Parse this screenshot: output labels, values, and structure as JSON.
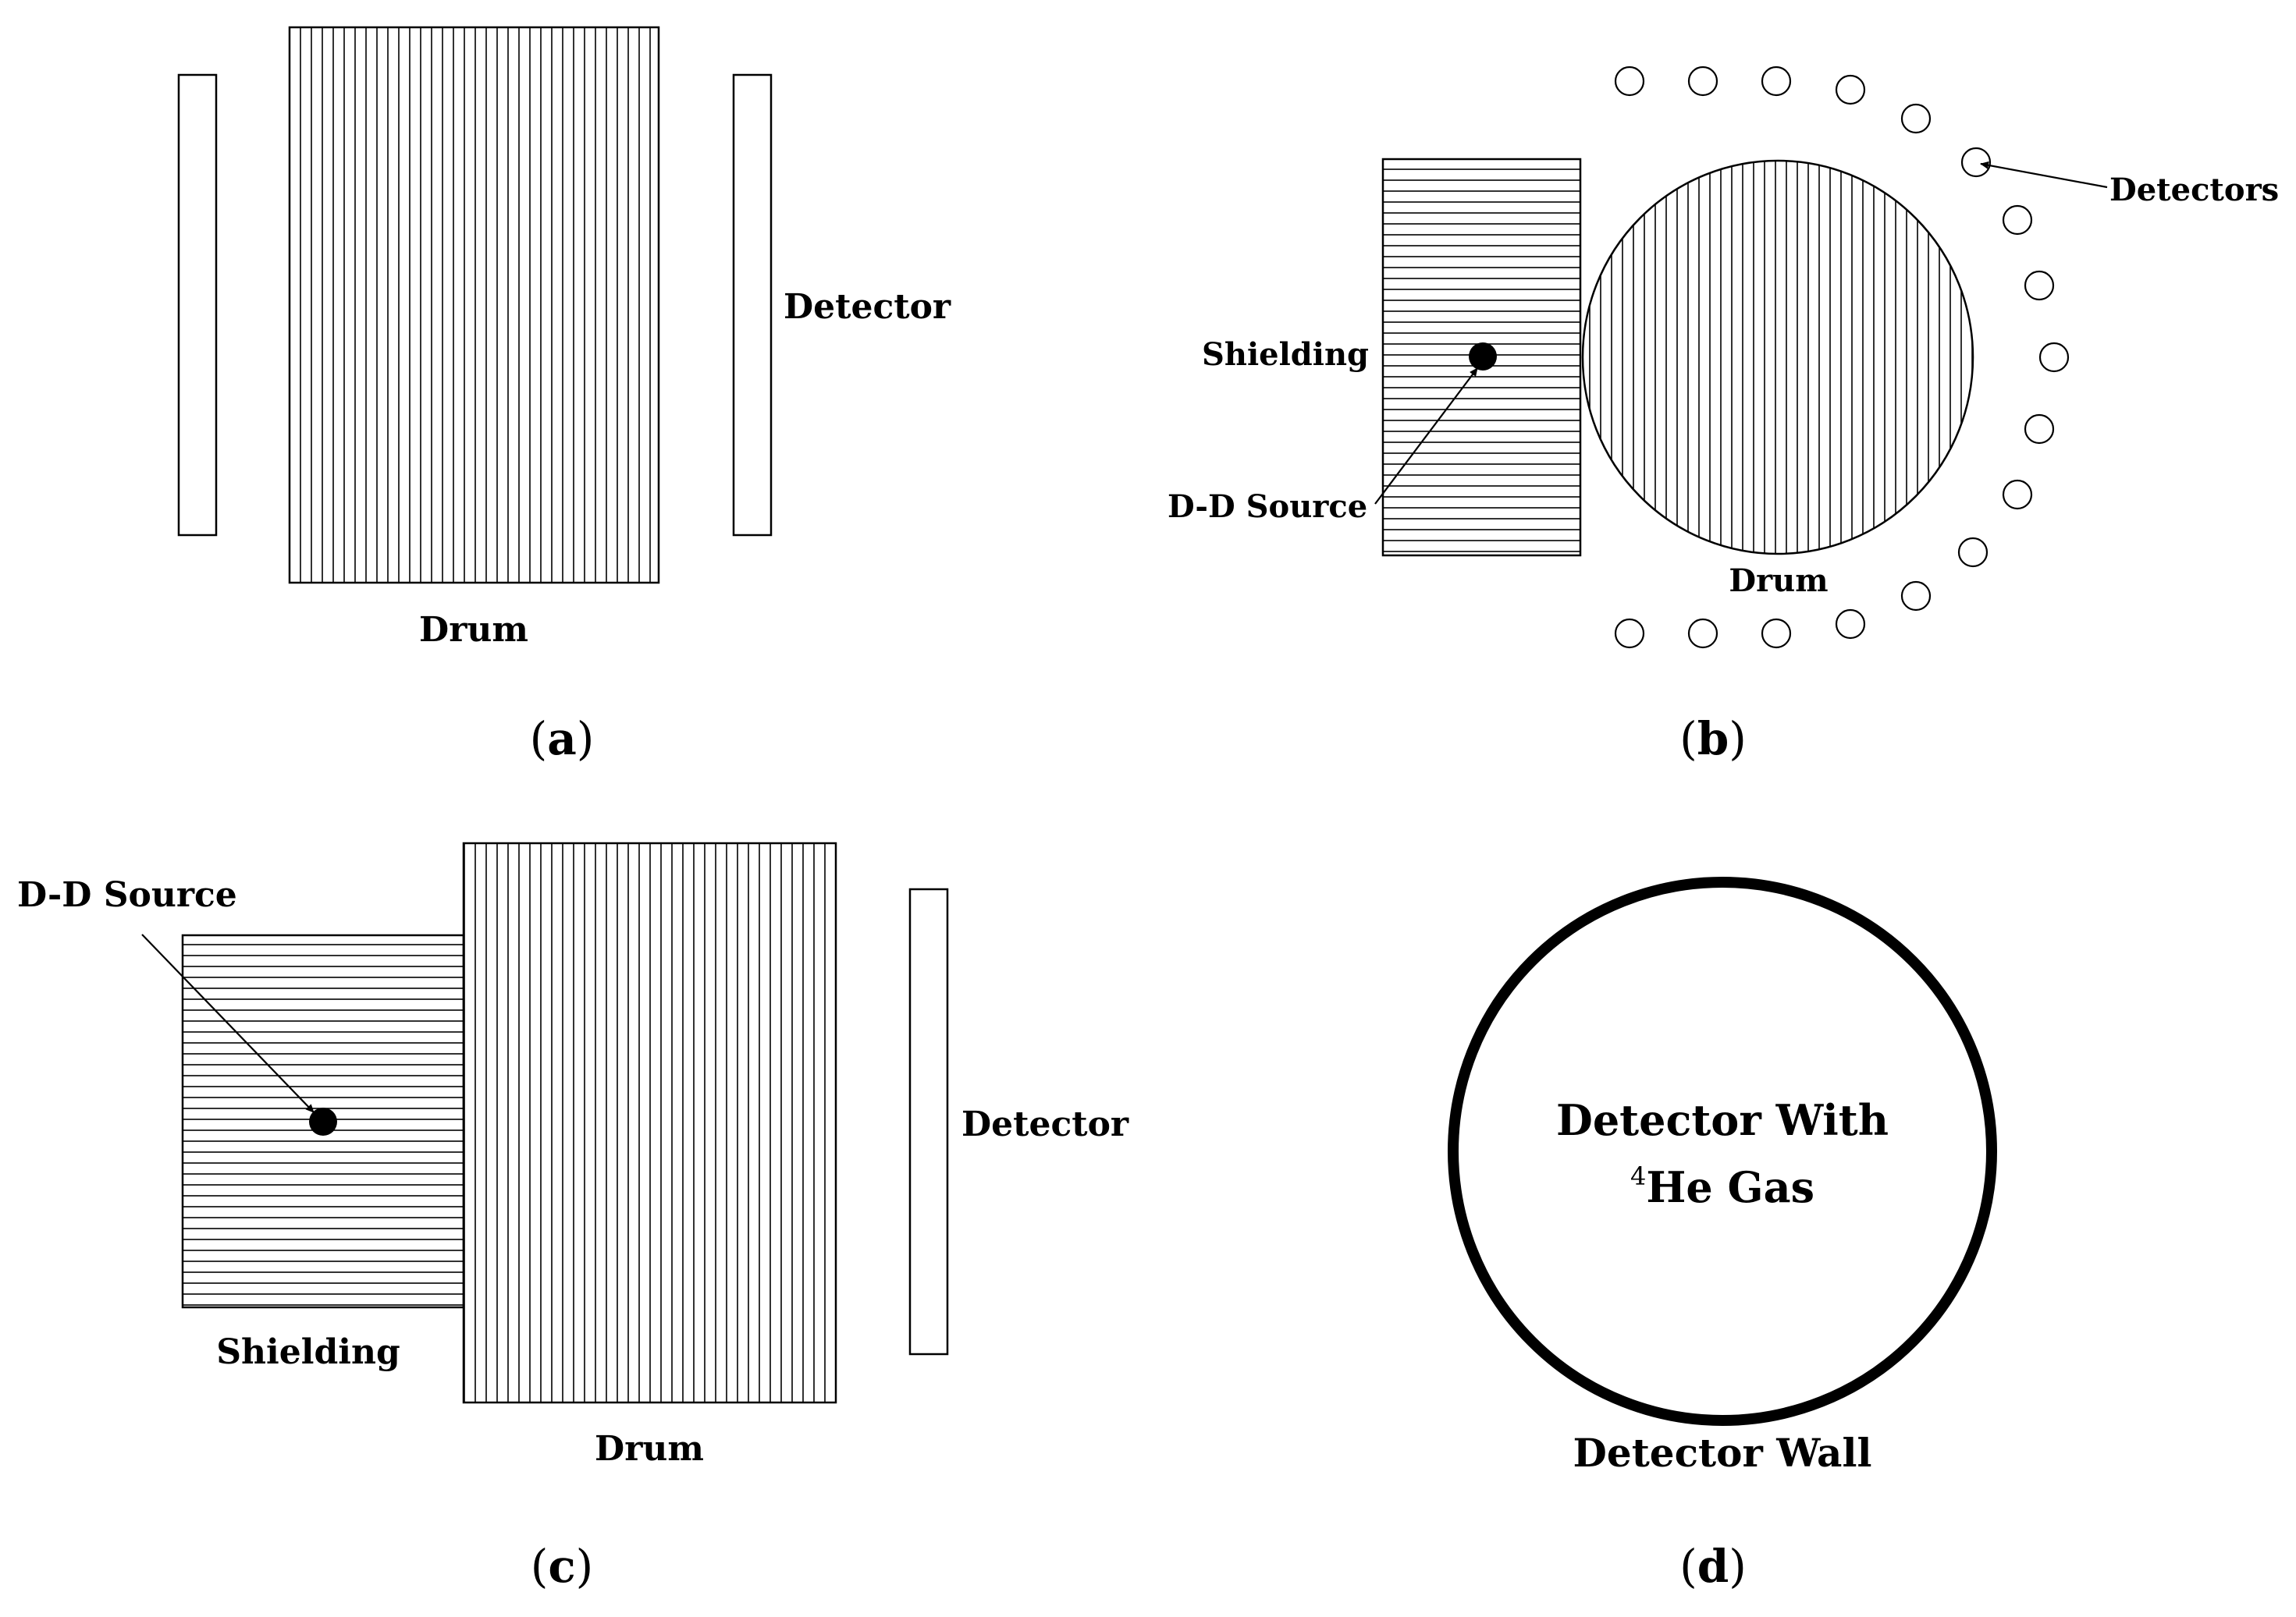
{
  "panel_a": {
    "detector_label": "Detector",
    "drum_label": "Drum",
    "caption_letter": "a"
  },
  "panel_b": {
    "detectors_label": "Detectors",
    "shielding_label": "Shielding",
    "source_label": "D-D Source",
    "drum_label": "Drum",
    "caption_letter": "b"
  },
  "panel_c": {
    "source_label": "D-D Source",
    "detector_label": "Detector",
    "shielding_label": "Shielding",
    "drum_label": "Drum",
    "caption_letter": "c"
  },
  "panel_d": {
    "inner_line1": "Detector With",
    "inner_sup": "4",
    "inner_line2": "He Gas",
    "wall_label": "Detector Wall",
    "caption_letter": "d"
  },
  "colors": {
    "stroke": "#000000",
    "background": "#ffffff"
  }
}
